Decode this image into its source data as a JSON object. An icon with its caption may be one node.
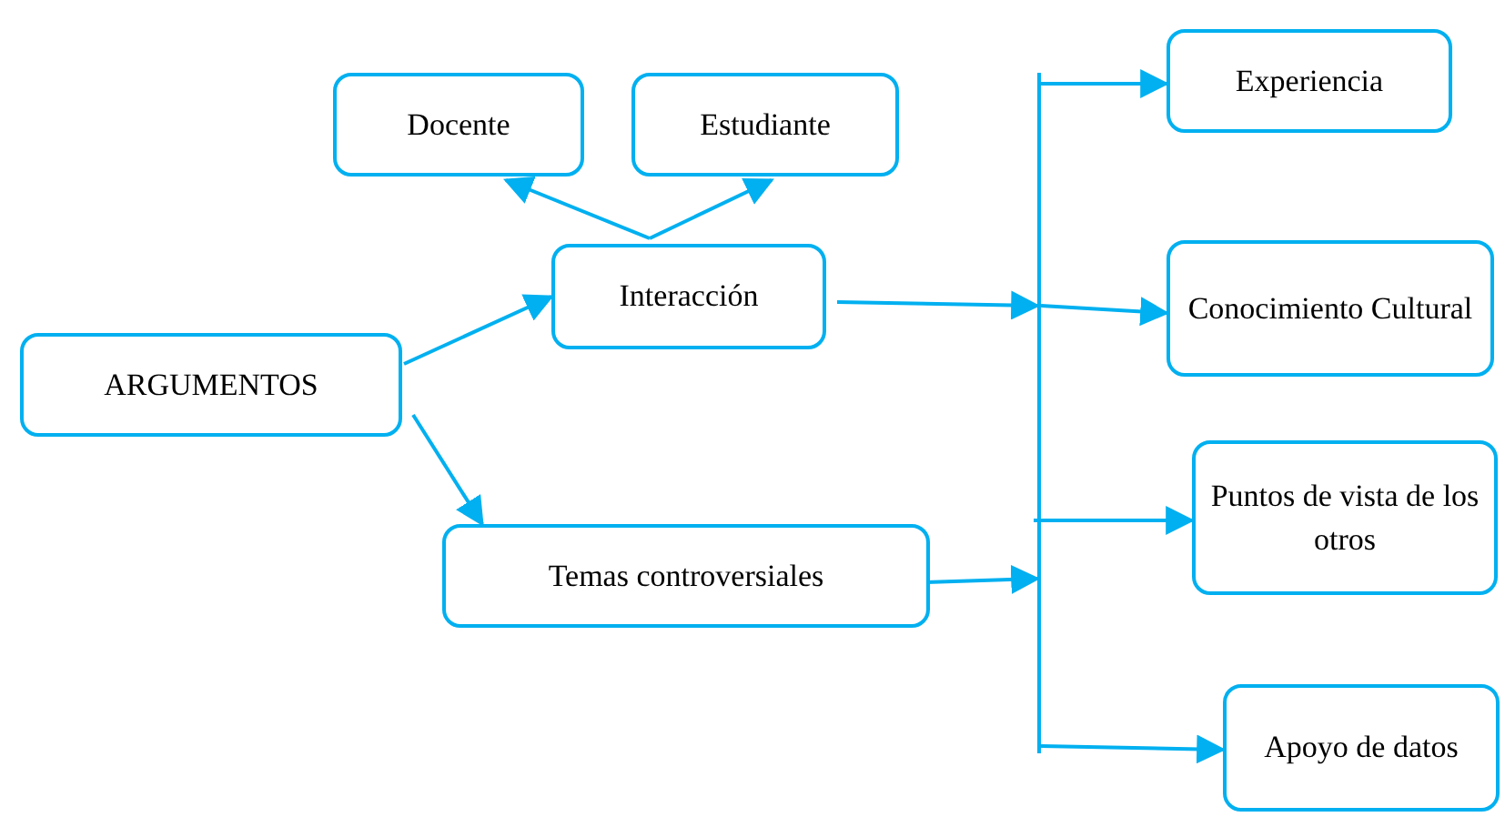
{
  "diagram": {
    "nodes": [
      {
        "text": [
          "ARGUMENTOS"
        ]
      },
      {
        "text": [
          "Docente"
        ]
      },
      {
        "text": [
          "Estudiante"
        ]
      },
      {
        "text": [
          "Interacción"
        ]
      },
      {
        "text": [
          "Temas controversiales"
        ]
      },
      {
        "text": [
          "Experiencia"
        ]
      },
      {
        "text": [
          "Conocimiento Cultural"
        ]
      },
      {
        "text": [
          "Puntos de vista de los otros"
        ]
      },
      {
        "text": [
          "Apoyo de datos"
        ]
      },
      {
        "text": [],
        "shape": "bar"
      }
    ],
    "edges": [
      {
        "from": 0,
        "to": 3,
        "arrow": "to"
      },
      {
        "from": 0,
        "to": 4,
        "arrow": "to"
      },
      {
        "from": 3,
        "to": 1,
        "arrow": "to"
      },
      {
        "from": 3,
        "to": 2,
        "arrow": "to"
      },
      {
        "from": 3,
        "to": 9,
        "arrow": "to"
      },
      {
        "from": 4,
        "to": 9,
        "arrow": "to"
      },
      {
        "from": 9,
        "to": 5,
        "arrow": "to"
      },
      {
        "from": 9,
        "to": 6,
        "arrow": "to"
      },
      {
        "from": 9,
        "to": 7,
        "arrow": "to"
      },
      {
        "from": 9,
        "to": 8,
        "arrow": "to"
      }
    ]
  }
}
